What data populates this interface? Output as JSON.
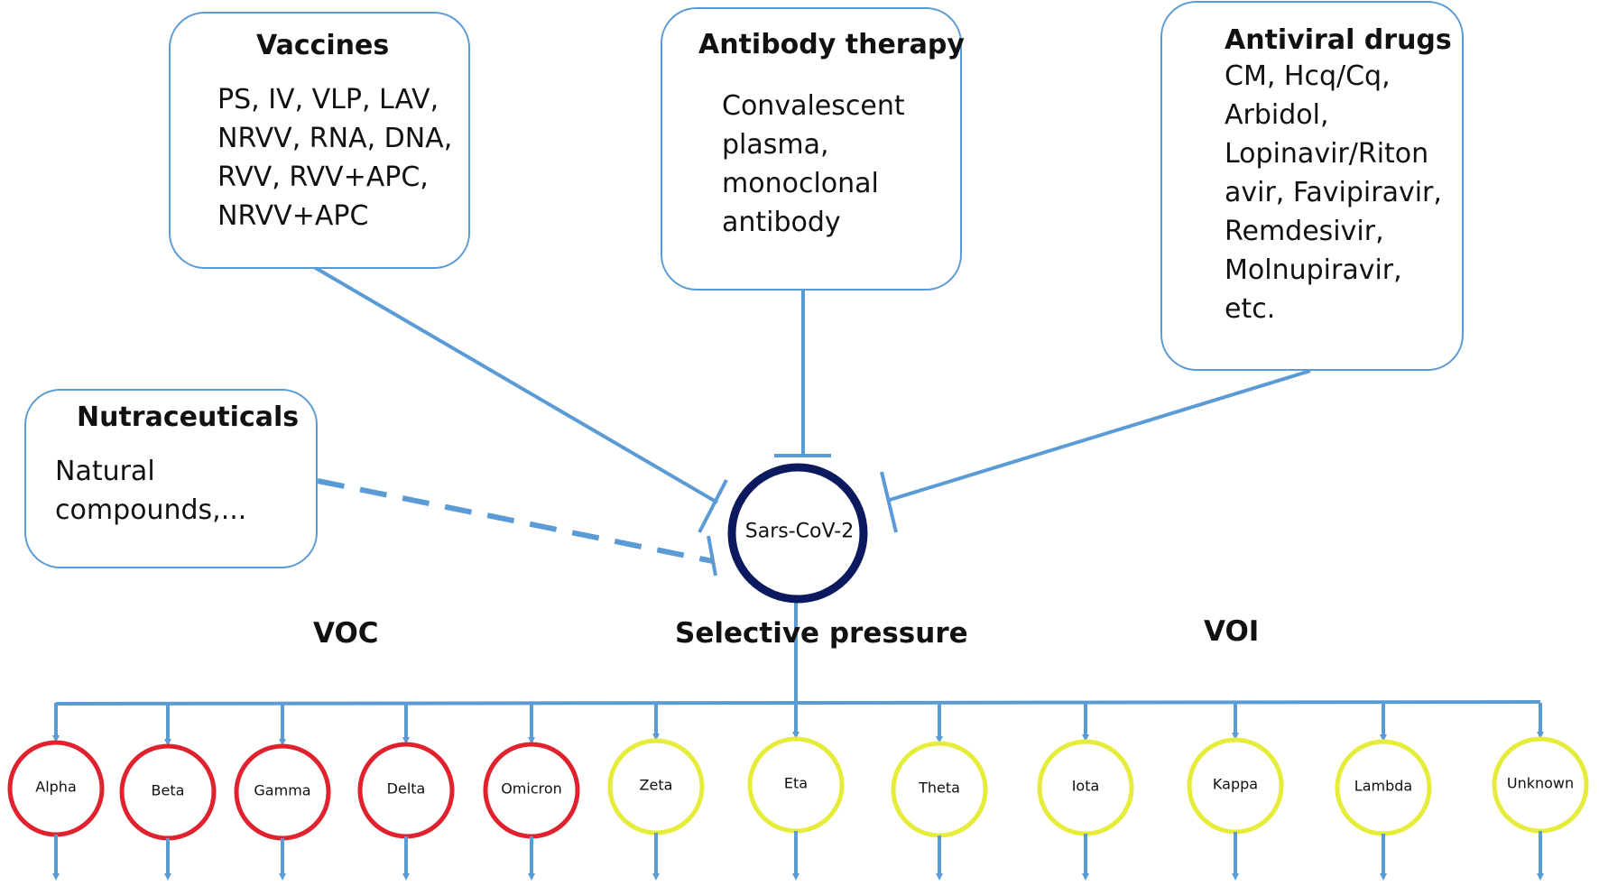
{
  "boxes": {
    "vaccines": {
      "title": "Vaccines",
      "body": "PS, IV, VLP, LAV,\nNRVV, RNA, DNA,\nRVV, RVV+APC,\nNRVV+APC"
    },
    "antibody": {
      "title": "Antibody therapy",
      "body": "Convalescent\nplasma,\nmonoclonal\nantibody"
    },
    "antiviral": {
      "title": "Antiviral drugs",
      "body": "CM, Hcq/Cq,\nArbidol,\nLopinavir/Riton\navir,  Favipiravir,\nRemdesivir,\nMolnupiravir,\netc."
    },
    "nutra": {
      "title": "Nutraceuticals",
      "body": "Natural\ncompounds,..."
    }
  },
  "center": {
    "label": "Sars-CoV-2",
    "ring_color": "#0b1a5e"
  },
  "headers": {
    "voc": "VOC",
    "pressure": "Selective pressure",
    "voi": "VOI"
  },
  "colors": {
    "line": "#5b9bd5",
    "voc": "#e0222e",
    "voi": "#e6ec3a"
  },
  "variants": [
    {
      "label": "Alpha",
      "group": "voc"
    },
    {
      "label": "Beta",
      "group": "voc"
    },
    {
      "label": "Gamma",
      "group": "voc"
    },
    {
      "label": "Delta",
      "group": "voc"
    },
    {
      "label": "Omicron",
      "group": "voc"
    },
    {
      "label": "Zeta",
      "group": "voi"
    },
    {
      "label": "Eta",
      "group": "voi"
    },
    {
      "label": "Theta",
      "group": "voi"
    },
    {
      "label": "Iota",
      "group": "voi"
    },
    {
      "label": "Kappa",
      "group": "voi"
    },
    {
      "label": "Lambda",
      "group": "voi"
    },
    {
      "label": "Unknown",
      "group": "voi"
    }
  ]
}
